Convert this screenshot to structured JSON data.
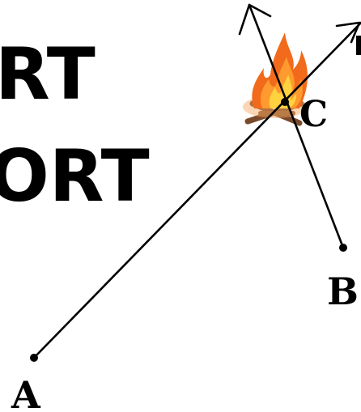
{
  "background_text": {
    "line_1": "RT",
    "line_2": "ORT"
  },
  "points": {
    "a": {
      "label": "A"
    },
    "b": {
      "label": "B"
    },
    "c": {
      "label": "C"
    }
  },
  "colors": {
    "ink": "#000000",
    "flame_outer": "#f26a1b",
    "flame_inner": "#ffd23f",
    "logs": "#7a4a2a"
  },
  "icons": {
    "campfire": "campfire-icon"
  }
}
